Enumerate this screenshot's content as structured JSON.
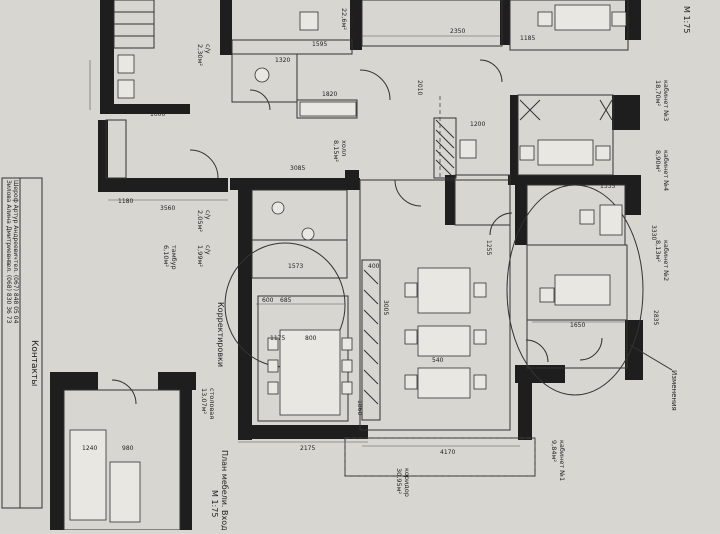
{
  "labels": {
    "scale": "М 1:75",
    "title_line1": "План мебели. Вход",
    "title_line2": "М 1:75",
    "korrektirovki": "Корректировки",
    "izmeneniya": "Изменения",
    "kontakty": "Контакты",
    "architect": "Шероф Артур Андреевич",
    "phone1": "тел. (067) 848 05 04",
    "designer": "Зилова Алина Дмитриевна",
    "phone2": "тел. (068) 830 36 73"
  },
  "rooms": [
    {
      "name": "кабинет №3",
      "area": "18,70м²"
    },
    {
      "name": "кабинет №4",
      "area": "8,90м²"
    },
    {
      "name": "кабинет №2",
      "area": "8,13м²"
    },
    {
      "name": "кабинет №1",
      "area": "9,84м²"
    },
    {
      "name": "с/у",
      "area": "2,30м²"
    },
    {
      "name": "с/у",
      "area": "2,05м²"
    },
    {
      "name": "с/у",
      "area": "1,99м²"
    },
    {
      "name": "тамбур",
      "area": "6,10м²"
    },
    {
      "name": "столовая",
      "area": "13,07м²"
    },
    {
      "name": "коридор",
      "area": "30,95м²"
    },
    {
      "name": "холл",
      "area": "8,15м²"
    },
    {
      "name": "кабинет",
      "area": "22,6м²"
    }
  ],
  "dimensions": [
    "1595",
    "2350",
    "1185",
    "1000",
    "1180",
    "3560",
    "3085",
    "1573",
    "685",
    "800",
    "1175",
    "2175",
    "4170",
    "1650",
    "1200",
    "1255",
    "3330",
    "3005",
    "1860",
    "2835",
    "1320",
    "1820",
    "2010",
    "1240",
    "980",
    "600",
    "540",
    "400",
    "1335"
  ]
}
